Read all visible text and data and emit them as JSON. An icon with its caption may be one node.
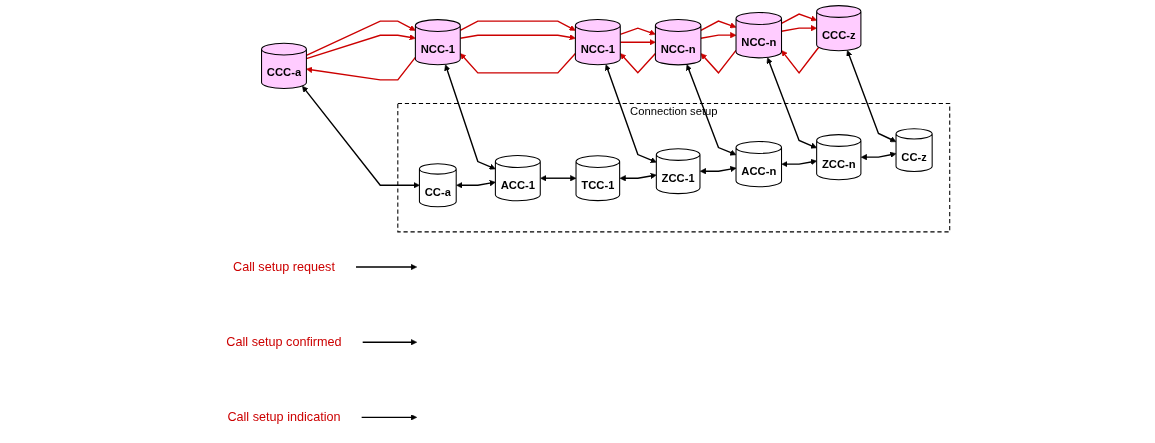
{
  "diagram": {
    "nodes": [
      {
        "text": [
          "Call setup request"
        ]
      },
      {
        "text": [
          "Call setup confirmed"
        ]
      },
      {
        "text": [
          "Call setup indication"
        ]
      },
      {
        "text": [
          "CCC-a"
        ]
      },
      {
        "text": [
          "NCC-1"
        ]
      },
      {
        "text": [
          "NCC-1"
        ]
      },
      {
        "text": [
          "NCC-n"
        ]
      },
      {
        "text": [
          "NCC-n"
        ]
      },
      {
        "text": [
          "CCC-z"
        ]
      },
      {
        "text": [
          "Connection setup"
        ]
      },
      {
        "text": [
          "CC-a"
        ],
        "in": 9
      },
      {
        "text": [
          "ACC-1"
        ],
        "in": 9
      },
      {
        "text": [
          "TCC-1"
        ],
        "in": 9
      },
      {
        "text": [
          "ZCC-1"
        ],
        "in": 9
      },
      {
        "text": [
          "ACC-n"
        ],
        "in": 9
      },
      {
        "text": [
          "ZCC-n"
        ],
        "in": 9
      },
      {
        "text": [
          "CC-z"
        ],
        "in": 9
      }
    ],
    "edges": [
      {
        "from": 0,
        "to": null,
        "arrow": "to"
      },
      {
        "from": 1,
        "to": null,
        "arrow": "to"
      },
      {
        "from": 2,
        "to": null,
        "arrow": "to"
      },
      {
        "from": 3,
        "to": 4,
        "arrow": "to",
        "color": "#cc0000"
      },
      {
        "from": 4,
        "to": 3,
        "arrow": "to",
        "color": "#cc0000"
      },
      {
        "from": 3,
        "to": 4,
        "arrow": "to",
        "color": "#cc0000"
      },
      {
        "from": 4,
        "to": 5,
        "arrow": "to",
        "color": "#cc0000"
      },
      {
        "from": 5,
        "to": 4,
        "arrow": "to",
        "color": "#cc0000"
      },
      {
        "from": 4,
        "to": 5,
        "arrow": "to",
        "color": "#cc0000"
      },
      {
        "from": 5,
        "to": 6,
        "arrow": "to",
        "color": "#cc0000"
      },
      {
        "from": 6,
        "to": 5,
        "arrow": "to",
        "color": "#cc0000"
      },
      {
        "from": 5,
        "to": 6,
        "arrow": "to",
        "color": "#cc0000"
      },
      {
        "from": 6,
        "to": 7,
        "arrow": "to",
        "color": "#cc0000"
      },
      {
        "from": 7,
        "to": 6,
        "arrow": "to",
        "color": "#cc0000"
      },
      {
        "from": 6,
        "to": 7,
        "arrow": "to",
        "color": "#cc0000"
      },
      {
        "from": 7,
        "to": 8,
        "arrow": "to",
        "color": "#cc0000"
      },
      {
        "from": 8,
        "to": 7,
        "arrow": "to",
        "color": "#cc0000"
      },
      {
        "from": 7,
        "to": 8,
        "arrow": "to",
        "color": "#cc0000"
      },
      {
        "from": 3,
        "to": 10,
        "arrow": "both",
        "color": "#000000"
      },
      {
        "from": 4,
        "to": 11,
        "arrow": "both",
        "color": "#000000"
      },
      {
        "from": 5,
        "to": 13,
        "arrow": "both",
        "color": "#000000"
      },
      {
        "from": 6,
        "to": 14,
        "arrow": "both",
        "color": "#000000"
      },
      {
        "from": 7,
        "to": 15,
        "arrow": "both",
        "color": "#000000"
      },
      {
        "from": 8,
        "to": 16,
        "arrow": "both",
        "color": "#000000"
      },
      {
        "from": 10,
        "to": 11,
        "arrow": "both",
        "color": "#000000"
      },
      {
        "from": 11,
        "to": 12,
        "arrow": "both",
        "color": "#000000"
      },
      {
        "from": 12,
        "to": 13,
        "arrow": "both",
        "color": "#000000"
      },
      {
        "from": 13,
        "to": 14,
        "arrow": "both",
        "color": "#000000"
      },
      {
        "from": 14,
        "to": 15,
        "arrow": "both",
        "color": "#000000"
      },
      {
        "from": 15,
        "to": 16,
        "arrow": "both",
        "color": "#000000"
      }
    ]
  }
}
